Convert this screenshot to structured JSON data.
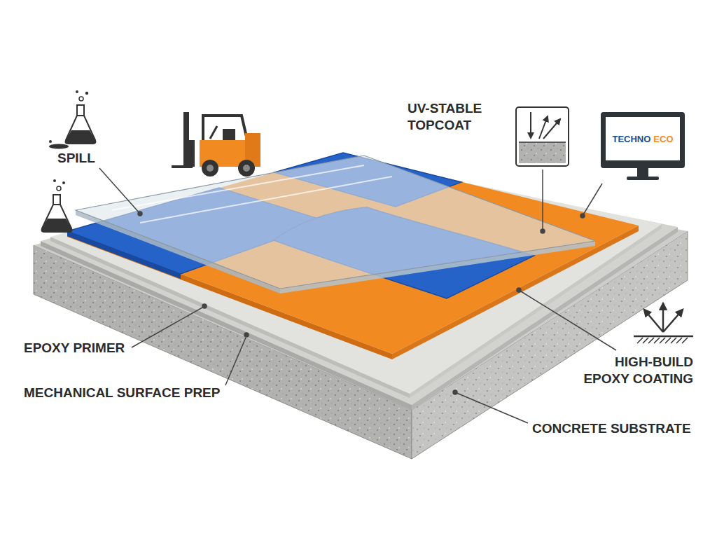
{
  "diagram": {
    "nodes": [
      {
        "text": [
          "TECHNO",
          "ECO"
        ]
      }
    ],
    "labels": [
      "SPILL",
      "UV-STABLE TOPCOAT",
      "EPOXY PRIMER",
      "MECHANICAL SURFACE PREP",
      "HIGH-BUILD EPOXY COATING",
      "CONCRETE SUBSTRATE"
    ]
  }
}
